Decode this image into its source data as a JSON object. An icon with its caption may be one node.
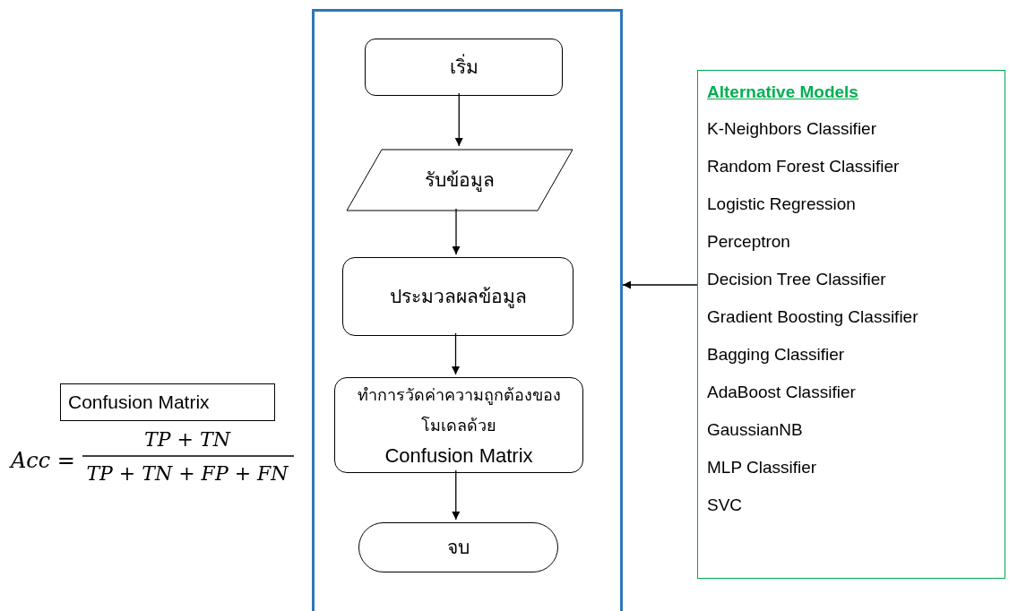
{
  "diagram": {
    "nodes": [
      {
        "text": [],
        "shape": "box"
      },
      {
        "text": [
          "เริ่ม"
        ],
        "in": 0
      },
      {
        "text": [
          "รับข้อมูล"
        ],
        "in": 0
      },
      {
        "text": [
          "ประมวลผลข้อมูล"
        ],
        "in": 0
      },
      {
        "text": [
          "ทำการวัดค่าความถูกต้องของโมเดลด้วย",
          "Confusion Matrix"
        ],
        "in": 0
      },
      {
        "text": [
          "จบ"
        ],
        "in": 0
      },
      {
        "text": [
          "Alternative Models",
          "K-Neighbors Classifier",
          "Random Forest Classifier",
          "Logistic Regression",
          "Perceptron",
          "Decision Tree Classifier",
          "Gradient Boosting Classifier",
          "Bagging Classifier",
          "AdaBoost Classifier",
          "GaussianNB",
          "MLP Classifier",
          "SVC"
        ]
      },
      {
        "text": [
          "Confusion Matrix"
        ]
      }
    ],
    "edges": [
      {
        "from": 1,
        "to": 2,
        "arrow": "to"
      },
      {
        "from": 2,
        "to": 3,
        "arrow": "to"
      },
      {
        "from": 3,
        "to": 4,
        "arrow": "to"
      },
      {
        "from": 4,
        "to": 5,
        "arrow": "to"
      },
      {
        "from": 6,
        "to": 0,
        "arrow": "to"
      }
    ],
    "labels": [
      "Acc =",
      "TP + TN",
      "TP + TN + FP + FN"
    ]
  }
}
